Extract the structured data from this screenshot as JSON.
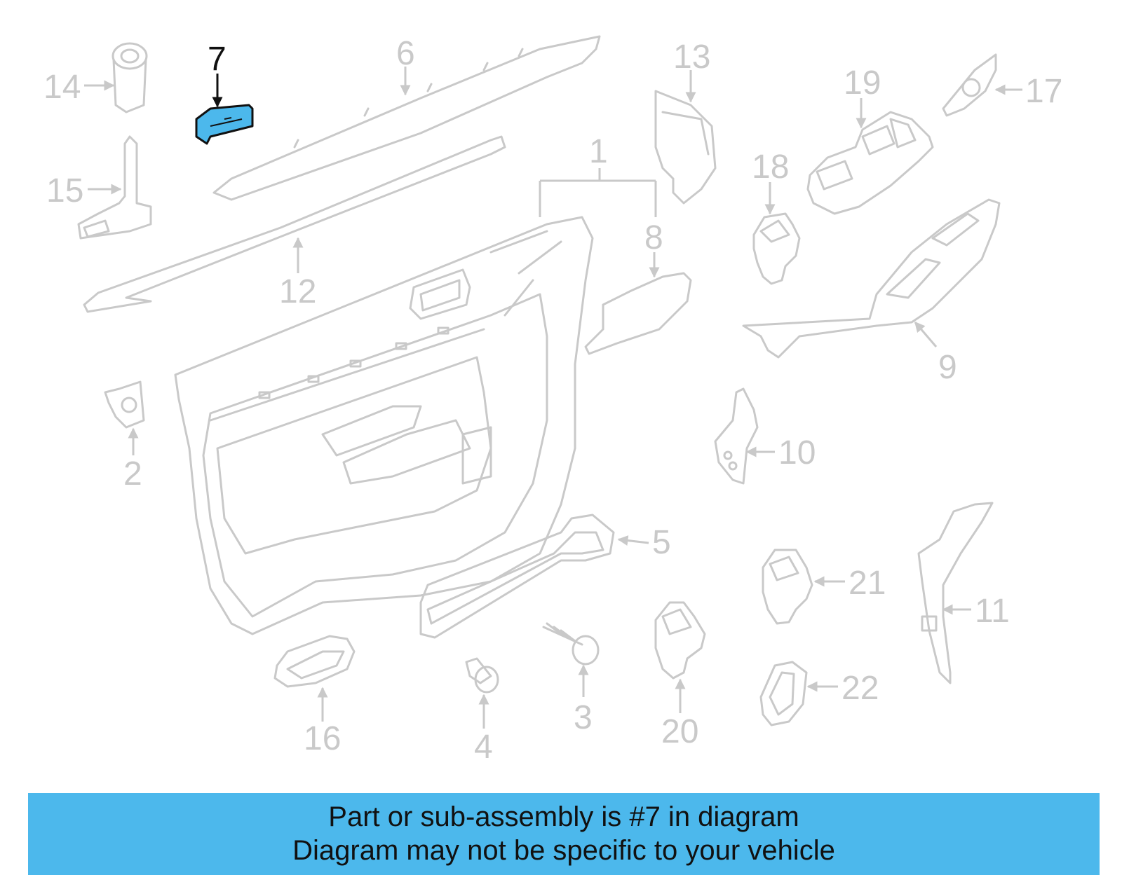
{
  "highlight_color": "#4cb8ec",
  "highlighted_part": "7",
  "banner": {
    "line1": "Part or sub-assembly is #7 in diagram",
    "line2": "Diagram may not be specific to your vehicle"
  },
  "callouts": {
    "c1": "1",
    "c2": "2",
    "c3": "3",
    "c4": "4",
    "c5": "5",
    "c6": "6",
    "c7": "7",
    "c8": "8",
    "c9": "9",
    "c10": "10",
    "c11": "11",
    "c12": "12",
    "c13": "13",
    "c14": "14",
    "c15": "15",
    "c16": "16",
    "c17": "17",
    "c18": "18",
    "c19": "19",
    "c20": "20",
    "c21": "21",
    "c22": "22"
  }
}
